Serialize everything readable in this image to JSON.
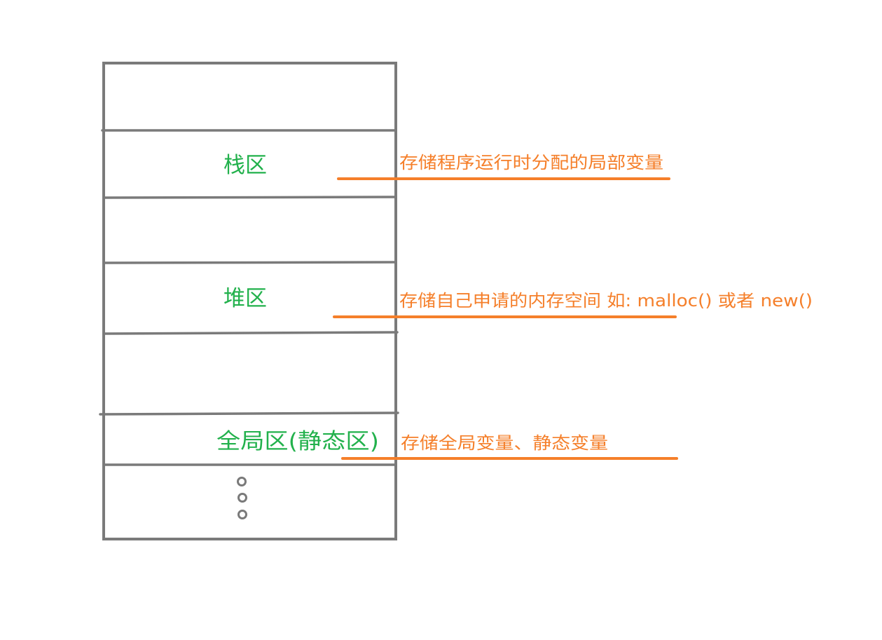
{
  "colors": {
    "frame": "#7a7a7a",
    "region_text": "#22b14c",
    "note": "#f57f2a",
    "background": "#ffffff"
  },
  "regions": {
    "stack": {
      "label": "栈区"
    },
    "heap": {
      "label": "堆区"
    },
    "global": {
      "label": "全局区(静态区)"
    }
  },
  "notes": {
    "stack": "存储程序运行时分配的局部变量",
    "heap": "存储自己申请的内存空间 如: malloc() 或者 new()",
    "global": "存储全局变量、静态变量"
  },
  "ellipsis": {
    "icon": "vertical-ellipsis-icon",
    "count": 3
  }
}
